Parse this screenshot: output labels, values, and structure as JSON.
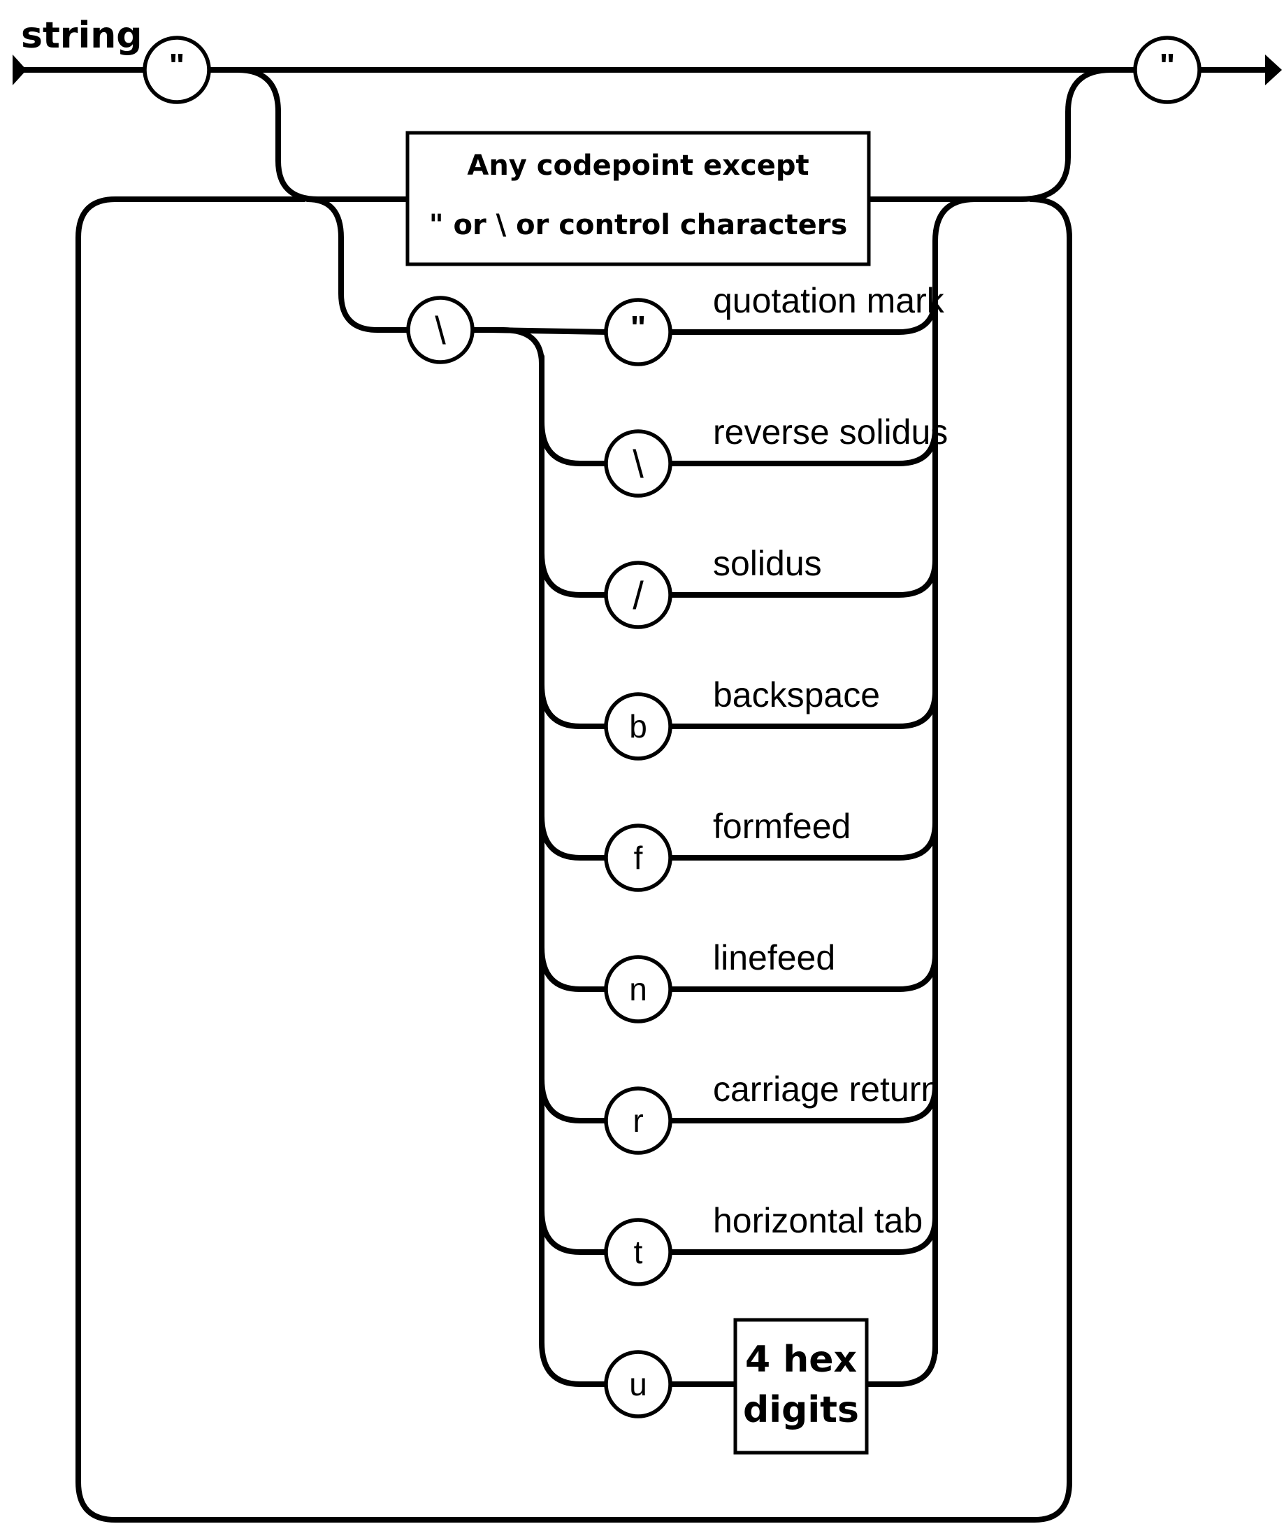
{
  "diagram": {
    "title": "string",
    "open_quote": "\"",
    "close_quote": "\"",
    "codepoint_box": {
      "line1": "Any codepoint except",
      "line2": "\" or \\ or control characters"
    },
    "escape_symbol": "\\",
    "escapes": [
      {
        "symbol": "\"",
        "label": "quotation mark"
      },
      {
        "symbol": "\\",
        "label": "reverse solidus"
      },
      {
        "symbol": "/",
        "label": "solidus"
      },
      {
        "symbol": "b",
        "label": "backspace"
      },
      {
        "symbol": "f",
        "label": "formfeed"
      },
      {
        "symbol": "n",
        "label": "linefeed"
      },
      {
        "symbol": "r",
        "label": "carriage return"
      },
      {
        "symbol": "t",
        "label": "horizontal tab"
      }
    ],
    "unicode_escape": {
      "symbol": "u",
      "box_line1": "4 hex",
      "box_line2": "digits"
    }
  }
}
